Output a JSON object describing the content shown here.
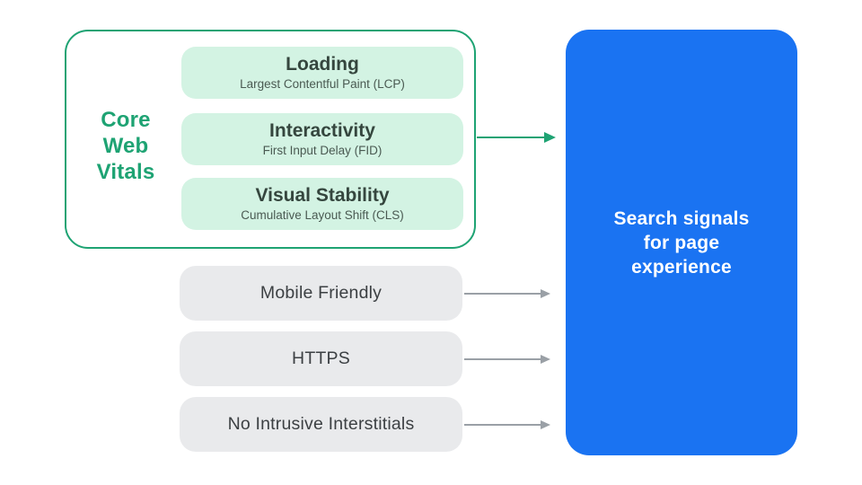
{
  "core_web_vitals_group": {
    "label_lines": [
      "Core",
      "Web",
      "Vitals"
    ],
    "vitals": [
      {
        "title": "Loading",
        "subtitle": "Largest Contentful Paint (LCP)"
      },
      {
        "title": "Interactivity",
        "subtitle": "First Input Delay (FID)"
      },
      {
        "title": "Visual Stability",
        "subtitle": "Cumulative Layout Shift (CLS)"
      }
    ]
  },
  "other_signals": [
    {
      "label": "Mobile Friendly"
    },
    {
      "label": "HTTPS"
    },
    {
      "label": "No Intrusive Interstitials"
    }
  ],
  "result_box": {
    "lines": [
      "Search signals",
      "for page",
      "experience"
    ]
  },
  "colors": {
    "accent_green": "#1EA373",
    "mint_fill": "#D3F3E3",
    "vital_title_text": "#35463E",
    "vital_subtitle_text": "#4A5A52",
    "gray_pill_fill": "#E9EAEC",
    "gray_text": "#3C4043",
    "gray_arrow": "#9AA0A6",
    "result_blue": "#1A73F2",
    "result_text": "#FFFFFF"
  }
}
